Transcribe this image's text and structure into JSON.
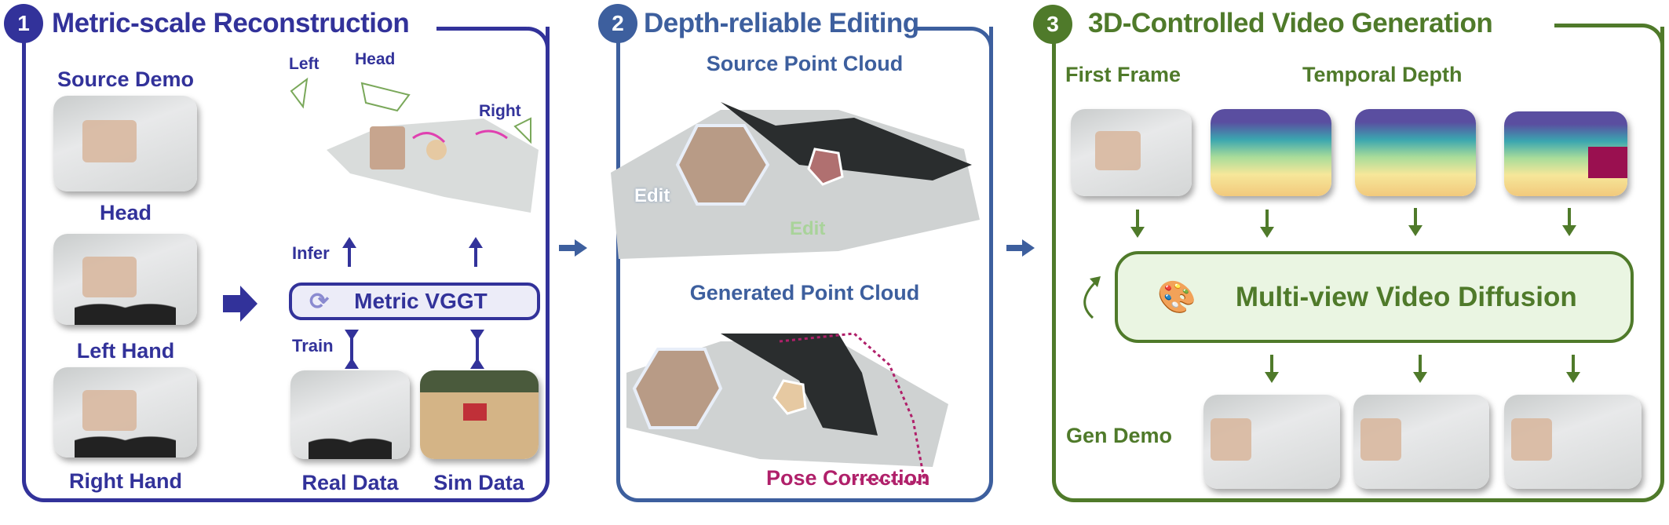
{
  "colors": {
    "panel1": "#32329a",
    "panel2": "#3d5f9e",
    "panel3": "#4f7a2a",
    "pose": "#b0206a",
    "edit": "#a9d39a"
  },
  "panel1": {
    "number": "1",
    "title": "Metric-scale Reconstruction",
    "source_demo": "Source Demo",
    "views": [
      "Head",
      "Left Hand",
      "Right Hand"
    ],
    "cameras": {
      "left": "Left",
      "head": "Head",
      "right": "Right"
    },
    "infer": "Infer",
    "train": "Train",
    "model": "Metric VGGT",
    "real_data": "Real Data",
    "sim_data": "Sim Data"
  },
  "panel2": {
    "number": "2",
    "title": "Depth-reliable Editing",
    "source_pc": "Source Point Cloud",
    "generated_pc": "Generated Point Cloud",
    "edit1": "Edit",
    "edit2": "Edit",
    "pose_correction": "Pose Correction"
  },
  "panel3": {
    "number": "3",
    "title": "3D-Controlled Video Generation",
    "first_frame": "First Frame",
    "temporal_depth": "Temporal Depth",
    "model": "Multi-view Video Diffusion",
    "gen_demo": "Gen Demo"
  }
}
